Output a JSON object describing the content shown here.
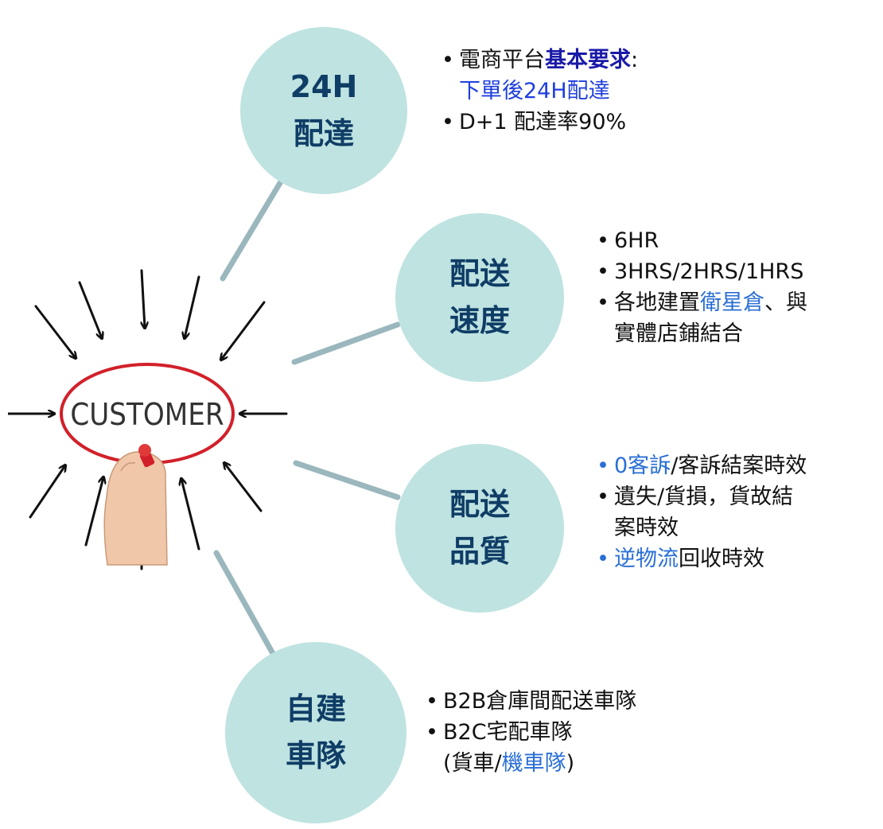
{
  "colors": {
    "bubble_fill": "#bfe3e1",
    "bubble_text": "#0f3d66",
    "connector": "#9ab7bd",
    "accent_blue": "#1f3fe0",
    "accent_teal": "#2a6fd6",
    "marker_red": "#d2202a"
  },
  "customer_label": "CUSTOMER",
  "nodes": [
    {
      "title_line1": "24H",
      "title_line2": "配達",
      "bullets": [
        {
          "parts": [
            "電商平台",
            "基本要求",
            ":"
          ],
          "line2": "下單後24H配達"
        },
        {
          "text": "D+1 配達率90%"
        }
      ]
    },
    {
      "title_line1": "配送",
      "title_line2": "速度",
      "bullets": [
        {
          "text": "6HR"
        },
        {
          "text": "3HRS/2HRS/1HRS"
        },
        {
          "parts": [
            "各地建置",
            "衛星倉",
            "、與"
          ],
          "line2": "實體店鋪結合"
        }
      ]
    },
    {
      "title_line1": "配送",
      "title_line2": "品質",
      "bullets": [
        {
          "parts": [
            "0客訴",
            "/客訴結案時效"
          ]
        },
        {
          "line1": "遺失/貨損，貨故結",
          "line2": "案時效"
        },
        {
          "parts": [
            "逆物流",
            "回收時效"
          ]
        }
      ]
    },
    {
      "title_line1": "自建",
      "title_line2": "車隊",
      "bullets": [
        {
          "text": "B2B倉庫間配送車隊"
        },
        {
          "text": "B2C宅配車隊",
          "line2_parts": [
            "(貨車/",
            "機車隊",
            ")"
          ]
        }
      ]
    }
  ]
}
